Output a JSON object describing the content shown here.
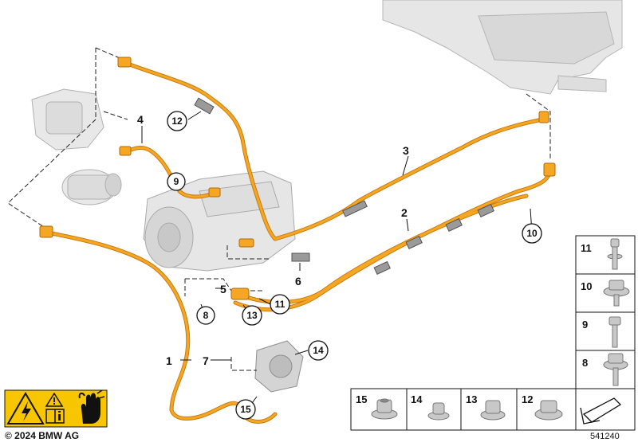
{
  "callouts": {
    "c1": "1",
    "c2": "2",
    "c3": "3",
    "c4": "4",
    "c5": "5",
    "c6": "6",
    "c7": "7",
    "c8": "8",
    "c9": "9",
    "c10": "10",
    "c11": "11",
    "c12": "12",
    "c13": "13",
    "c14": "14",
    "c15": "15"
  },
  "side_panel": [
    "11",
    "10",
    "9",
    "8"
  ],
  "bottom_panel": [
    "15",
    "14",
    "13",
    "12"
  ],
  "footer": {
    "copyright": "© 2024 BMW AG",
    "doc_number": "541240"
  },
  "colors": {
    "cable": "#f5a623",
    "cable_edge": "#c97c10",
    "component": "#dcdcdc",
    "warning_yellow": "#f7c600"
  }
}
